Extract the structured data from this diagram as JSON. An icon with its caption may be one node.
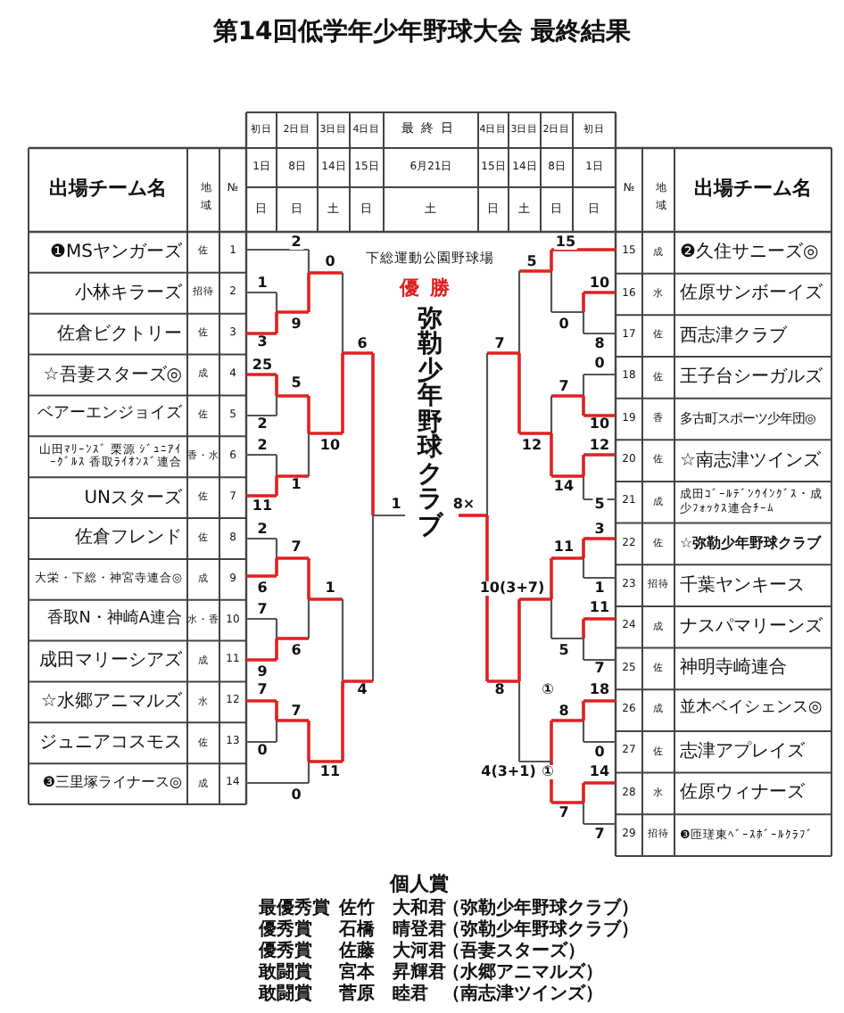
{
  "diagram": {
    "title": "第14回低学年少年野球大会 最終結果",
    "labels": [
      "初日",
      "2日目",
      "3日目",
      "4日目",
      "最終日",
      "4日目",
      "3日目",
      "2日目",
      "初日",
      "出場チーム名",
      "地域",
      "№",
      "1日",
      "8日",
      "14日",
      "15日",
      "6月21日",
      "15日",
      "14日",
      "8日",
      "1日",
      "№",
      "地域",
      "出場チーム名",
      "日",
      "日",
      "土",
      "日",
      "土",
      "日",
      "土",
      "日",
      "日",
      "❶MSヤンガーズ",
      "佐",
      "1",
      "小林キラーズ",
      "招待",
      "2",
      "佐倉ビクトリー",
      "佐",
      "3",
      "☆吾妻スターズ◎",
      "成",
      "4",
      "ベアーエンジョイズ",
      "佐",
      "5",
      "山田ﾏﾘｰﾝｽﾞ 栗源 ｼﾞｭﾆｱｲｰｸﾞﾙｽ 香取ﾗｲｵﾝｽﾞ連合",
      "香・水",
      "6",
      "UNスターズ",
      "佐",
      "7",
      "佐倉フレンド",
      "佐",
      "8",
      "大栄・下総・神宮寺連合◎",
      "成",
      "9",
      "香取N・神崎A連合",
      "水・香",
      "10",
      "成田マリーシアズ",
      "成",
      "11",
      "☆水郷アニマルズ",
      "水",
      "12",
      "ジュニアコスモス",
      "佐",
      "13",
      "❸三里塚ライナース◎",
      "成",
      "14",
      "15",
      "成",
      "❷久住サニーズ◎",
      "16",
      "水",
      "佐原サンボーイズ",
      "17",
      "佐",
      "西志津クラブ",
      "18",
      "佐",
      "王子台シーガルズ",
      "19",
      "香",
      "多古町スポーツ少年団◎",
      "20",
      "佐",
      "☆南志津ツインズ",
      "21",
      "成",
      "成田ｺﾞｰﾙﾃﾞﾝｳｲﾝｸﾞｽ・成少ﾌｫｯｸｽ連合ﾁｰﾑ",
      "22",
      "佐",
      "☆弥勒少年野球クラブ",
      "23",
      "招待",
      "千葉ヤンキース",
      "24",
      "成",
      "ナスパマリーンズ",
      "25",
      "佐",
      "神明寺崎連合",
      "26",
      "成",
      "並木ベイシェンス◎",
      "27",
      "佐",
      "志津アプレイズ",
      "28",
      "水",
      "佐原ウィナーズ",
      "29",
      "招待",
      "❸匝瑳東ﾍﾞｰｽﾎﾞｰﾙｸﾗﾌﾞ",
      "2",
      "15",
      "0",
      "5",
      "1",
      "10",
      "9",
      "0",
      "3",
      "6",
      "7",
      "8",
      "25",
      "0",
      "5",
      "7",
      "2",
      "10",
      "2",
      "10",
      "12",
      "12",
      "1",
      "14",
      "11",
      "1",
      "8×",
      "5",
      "2",
      "3",
      "7",
      "11",
      "6",
      "1",
      "10(3+7)",
      "1",
      "7",
      "11",
      "6",
      "5",
      "9",
      "7",
      "7",
      "4",
      "8",
      "①",
      "18",
      "7",
      "8",
      "0",
      "0",
      "11",
      "4(3+1)",
      "①",
      "14",
      "0",
      "7",
      "7",
      "下総運動公園野球場",
      "優勝",
      "弥勒少年野球クラブ",
      "個人賞",
      "最優秀賞",
      "佐竹　大和君",
      "（弥勒少年野球クラブ）",
      "優秀賞",
      "石橋　晴登君",
      "（弥勒少年野球クラブ）",
      "優秀賞",
      "佐藤　大河君",
      "（吾妻スターズ）",
      "敢闘賞",
      "宮本　昇輝君",
      "（水郷アニマルズ）",
      "敢闘賞",
      "菅原　睦君",
      "（南志津ツインズ）"
    ]
  }
}
